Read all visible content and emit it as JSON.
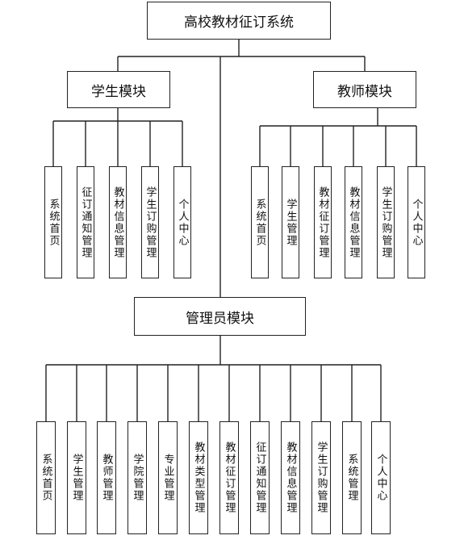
{
  "root": {
    "label": "高校教材征订系统"
  },
  "student_module": {
    "label": "学生模块",
    "items": [
      "系统首页",
      "征订通知管理",
      "教材信息管理",
      "学生订购管理",
      "个人中心"
    ]
  },
  "teacher_module": {
    "label": "教师模块",
    "items": [
      "系统首页",
      "学生管理",
      "教材征订管理",
      "教材信息管理",
      "学生订购管理",
      "个人中心"
    ]
  },
  "admin_module": {
    "label": "管理员模块",
    "items": [
      "系统首页",
      "学生管理",
      "教师管理",
      "学院管理",
      "专业管理",
      "教材类型管理",
      "教材征订管理",
      "征订通知管理",
      "教材信息管理",
      "学生订购管理",
      "系统管理",
      "个人中心"
    ]
  }
}
